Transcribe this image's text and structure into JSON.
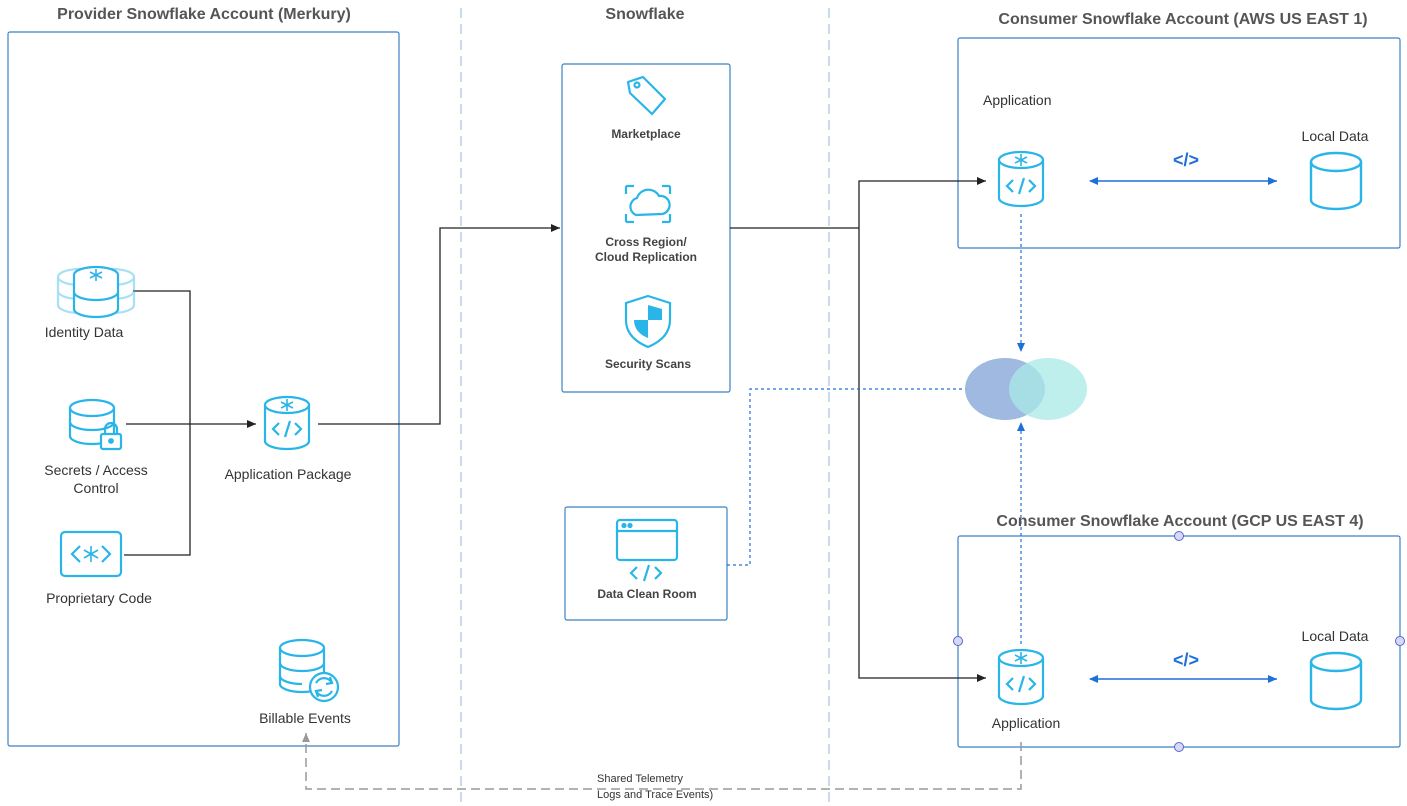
{
  "headers": {
    "provider": "Provider Snowflake Account (Merkury)",
    "snowflake": "Snowflake",
    "consumer_aws": "Consumer Snowflake Account (AWS US EAST 1)",
    "consumer_gcp": "Consumer Snowflake Account (GCP US EAST 4)"
  },
  "provider": {
    "identity_data": "Identity Data",
    "secrets_line1": "Secrets / Access",
    "secrets_line2": "Control",
    "proprietary_code": "Proprietary Code",
    "application_package": "Application Package",
    "billable_events": "Billable Events"
  },
  "snowflake": {
    "marketplace": "Marketplace",
    "cross_region_line1": "Cross Region/",
    "cross_region_line2": "Cloud Replication",
    "security_scans": "Security Scans",
    "data_clean_room": "Data Clean Room"
  },
  "consumer_aws": {
    "application": "Application",
    "local_data": "Local Data",
    "code_symbol": "</>"
  },
  "consumer_gcp": {
    "application": "Application",
    "local_data": "Local Data",
    "code_symbol": "</>"
  },
  "telemetry": {
    "line1": "Shared Telemetry",
    "line2": "Logs and Trace Events)"
  },
  "colors": {
    "icon": "#29b5e8",
    "box_border": "#3b82c4",
    "arrow_blue": "#1e6fd9",
    "divider": "#8fb4e3",
    "venn_left": "#9bb5de",
    "venn_right": "#a9e9e6",
    "telemetry_line": "#999999"
  }
}
